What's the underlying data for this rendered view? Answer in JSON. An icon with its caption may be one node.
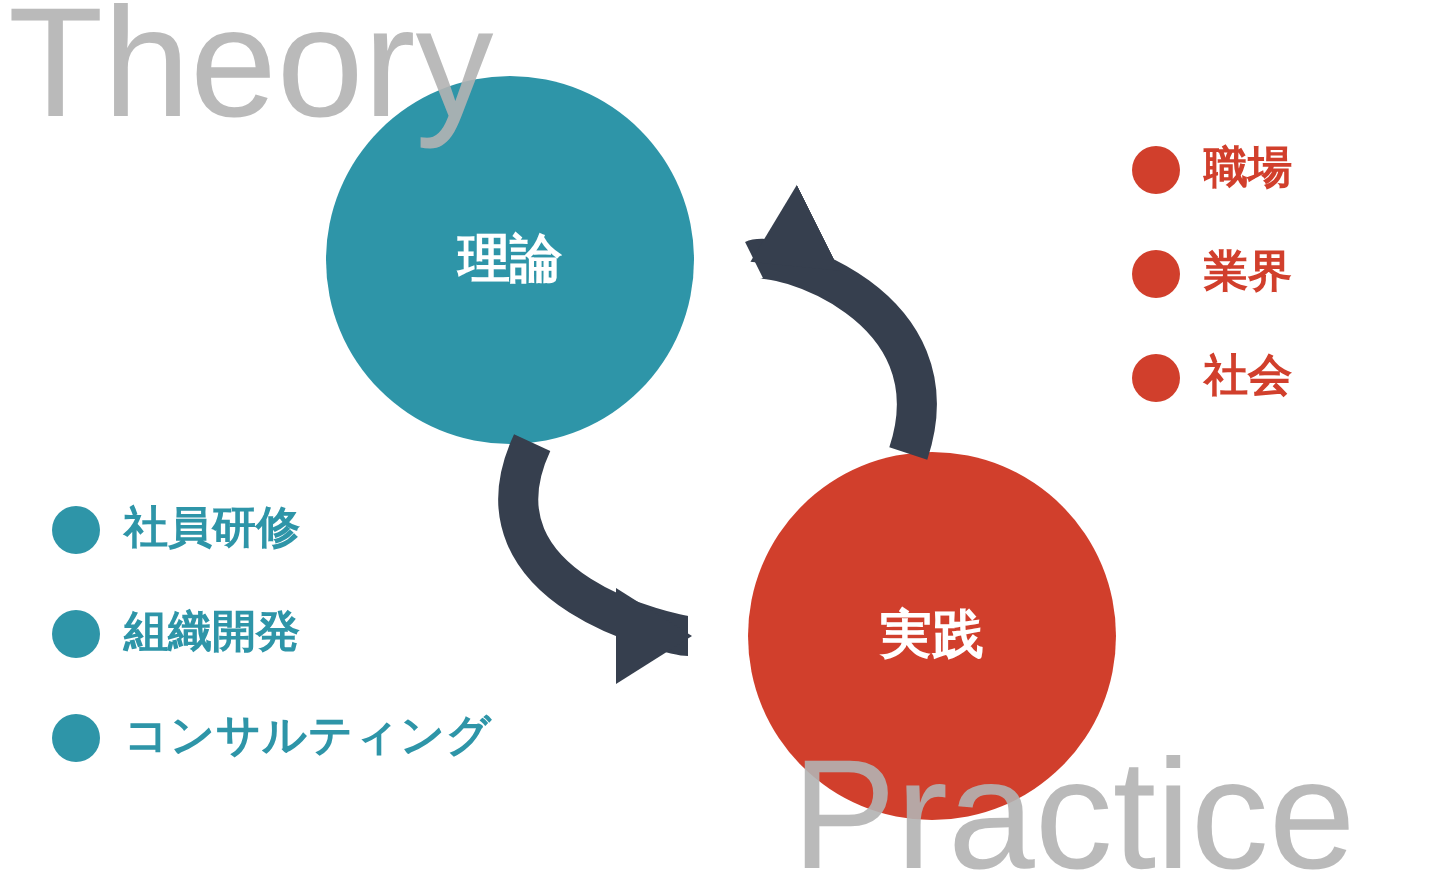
{
  "diagram": {
    "nodes": [
      {
        "text": [
          "理論"
        ]
      },
      {
        "text": [
          "実践"
        ]
      }
    ],
    "edges": [
      {
        "from": 0,
        "to": 1,
        "arrow": "to"
      },
      {
        "from": 1,
        "to": 0,
        "arrow": "to"
      }
    ],
    "labels": [
      "Theory",
      "職場",
      "業界",
      "社会",
      "社員研修",
      "組織開発",
      "コンサルティング",
      "Practice"
    ]
  }
}
